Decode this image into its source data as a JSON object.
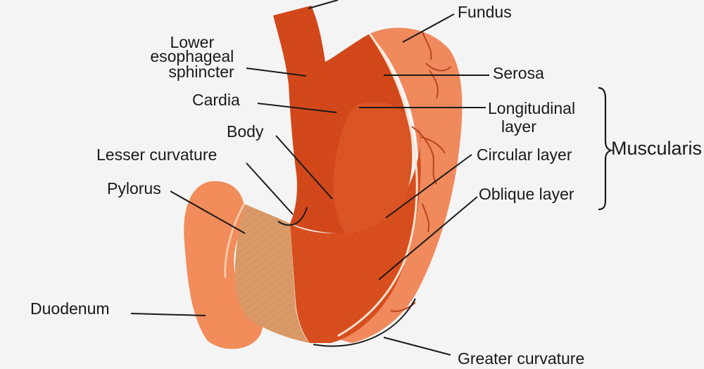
{
  "labels": {
    "fundus": "Fundus",
    "lower_esophageal_sphincter": [
      "Lower",
      "esophageal",
      "sphincter"
    ],
    "serosa": "Serosa",
    "cardia": "Cardia",
    "longitudinal_layer": [
      "Longitudinal",
      "layer"
    ],
    "body": "Body",
    "muscularis": "Muscularis",
    "lesser_curvature": "Lesser curvature",
    "circular_layer": "Circular layer",
    "pylorus": "Pylorus",
    "oblique_layer": "Oblique layer",
    "duodenum": "Duodenum",
    "greater_curvature": "Greater curvature"
  },
  "colors": {
    "serosa": "#f08a5d",
    "muscle_dark": "#d2481a",
    "muscle_mid": "#dd5a26",
    "pylorus_tissue": "#d79a6a",
    "duodenum": "#f28c5a",
    "vessel": "#b8451f",
    "outline": "#1a1a1a"
  }
}
